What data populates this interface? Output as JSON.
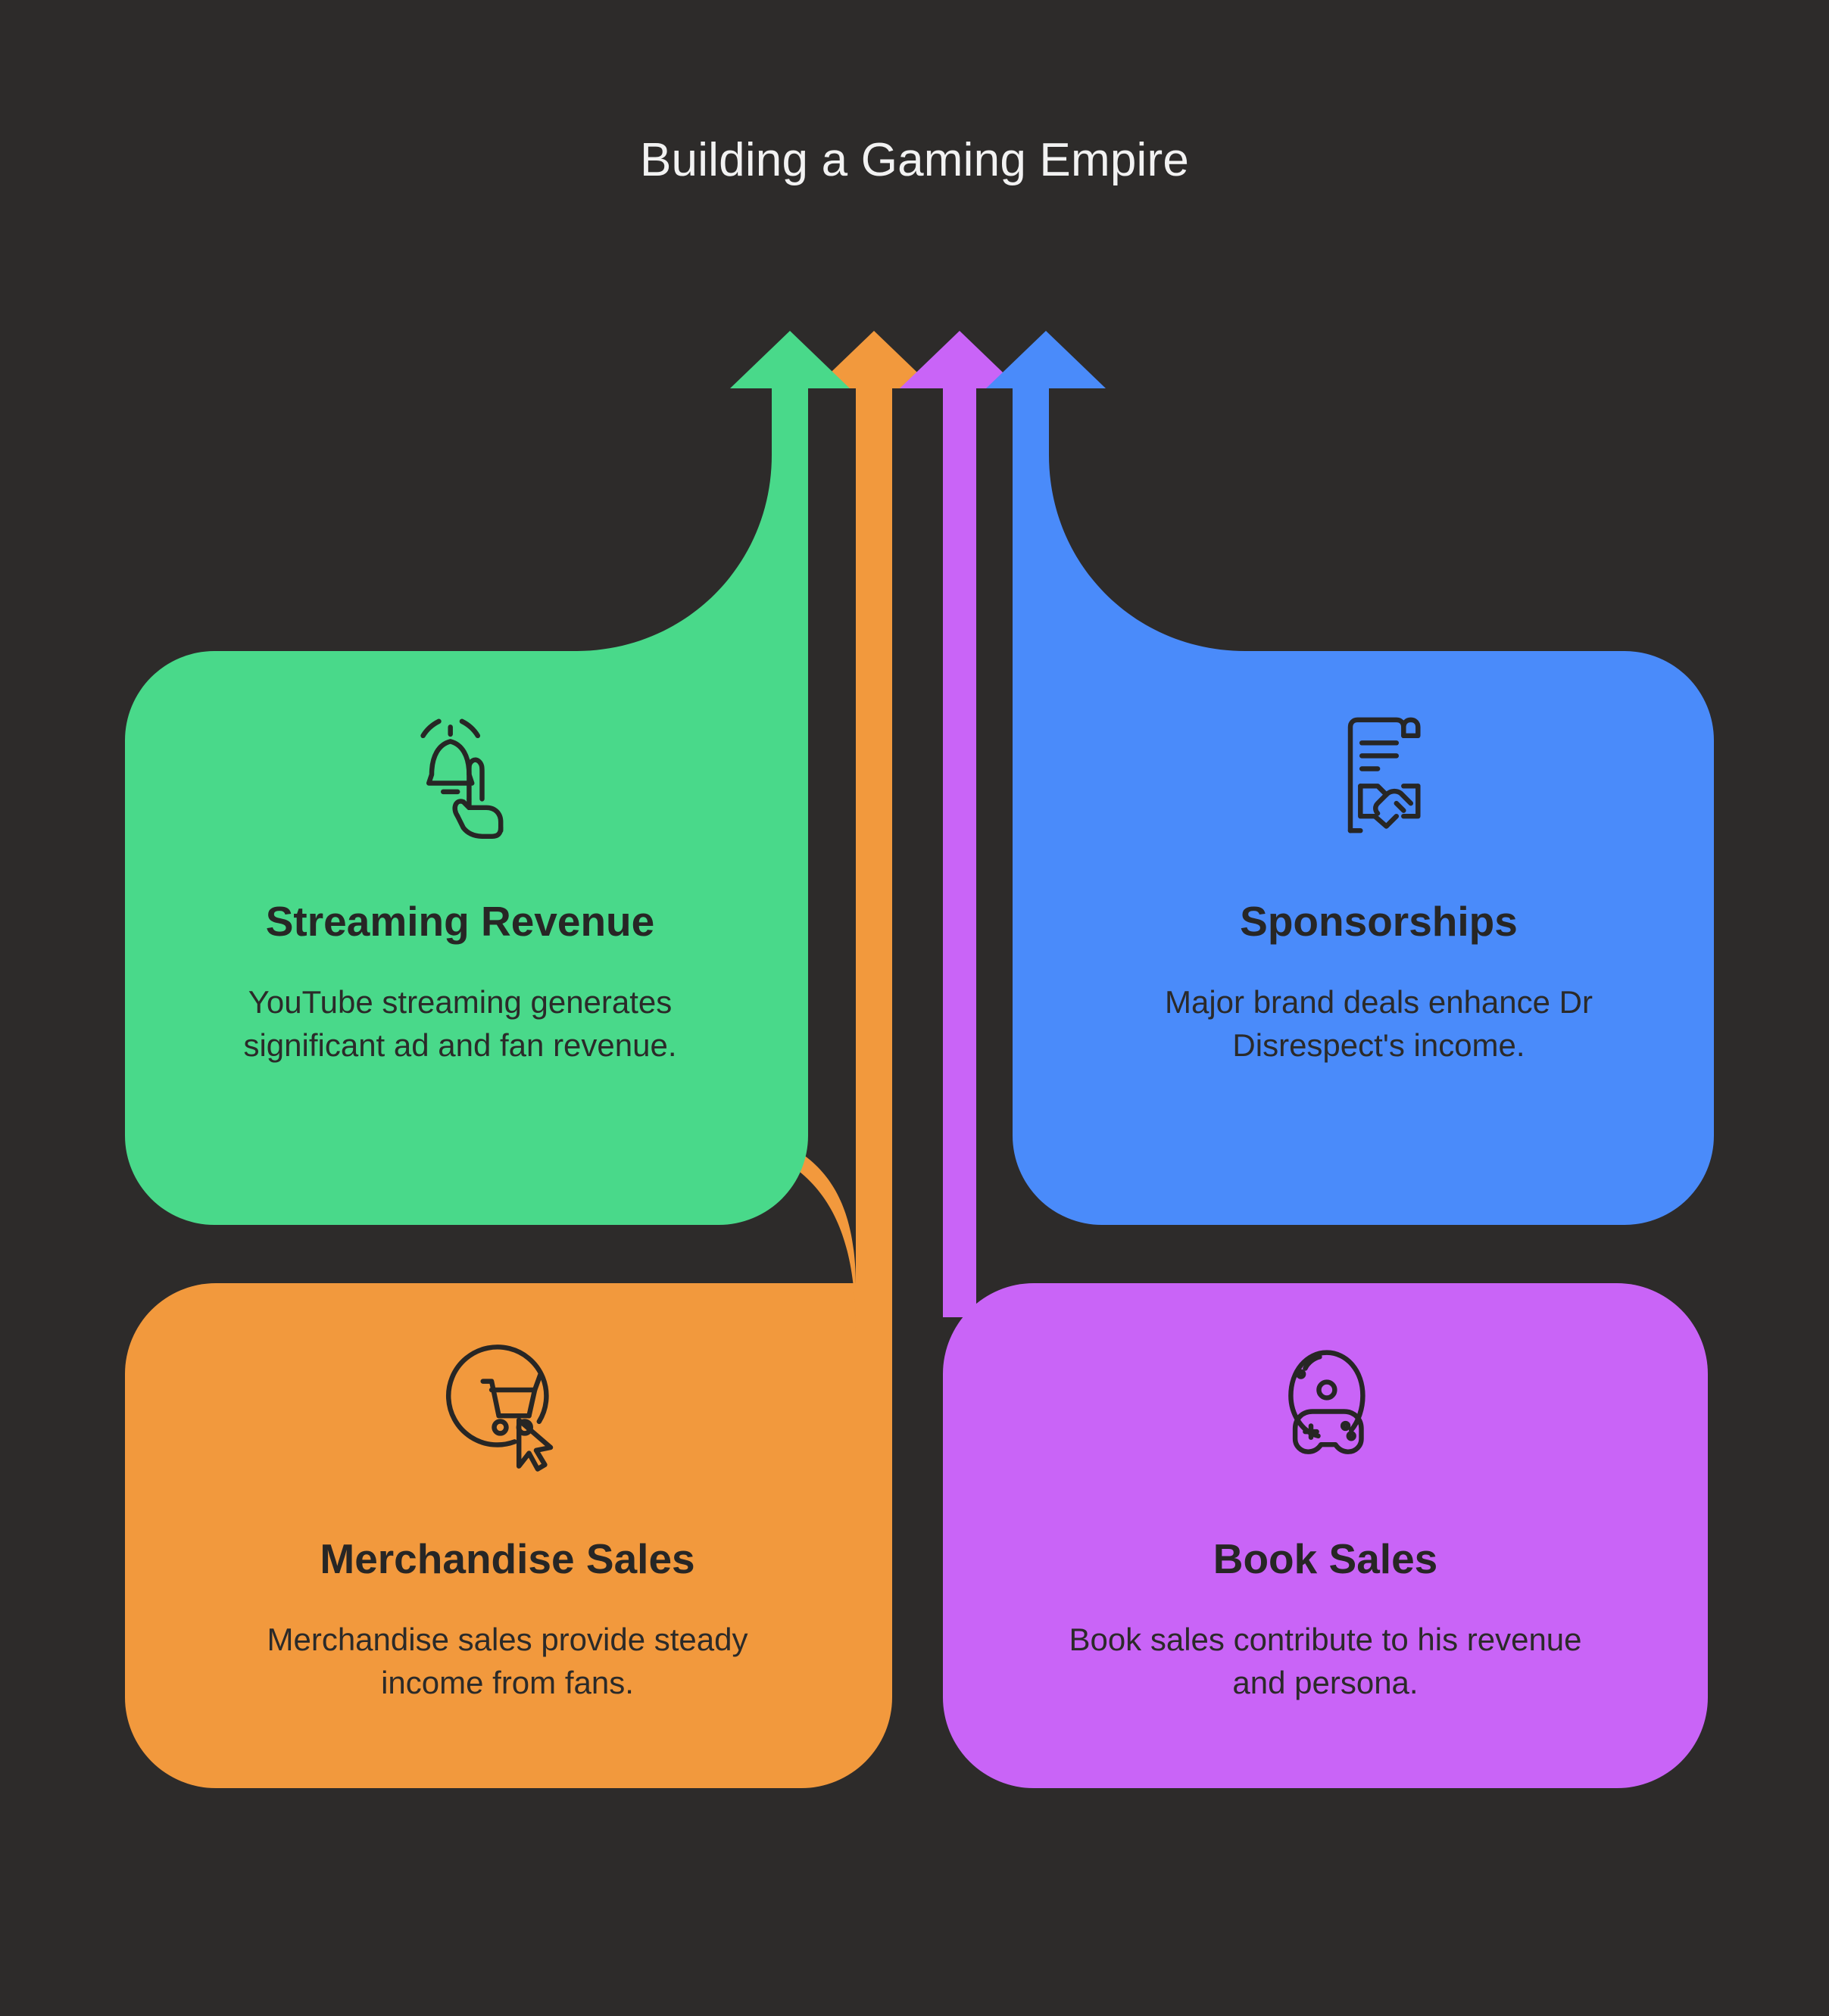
{
  "title": "Building a Gaming Empire",
  "background_color": "#2d2b2a",
  "title_color": "#f2f2f2",
  "diagram": {
    "type": "arrow-flow-infographic",
    "arrow_count": 4,
    "nodes": [
      {
        "id": "streaming",
        "title": "Streaming Revenue",
        "description": "YouTube streaming generates significant ad and fan revenue.",
        "color": "#49d98a",
        "icon": "bell-tap-icon",
        "position": "top-left",
        "arrow_index": 1
      },
      {
        "id": "merchandise",
        "title": "Merchandise Sales",
        "description": "Merchandise sales provide steady income from fans.",
        "color": "#f2993d",
        "icon": "shopping-cart-click-icon",
        "position": "bottom-left",
        "arrow_index": 2
      },
      {
        "id": "book",
        "title": "Book Sales",
        "description": "Book sales contribute to his revenue and persona.",
        "color": "#c964f7",
        "icon": "game-controller-icon",
        "position": "bottom-right",
        "arrow_index": 3
      },
      {
        "id": "sponsorships",
        "title": "Sponsorships",
        "description": "Major brand deals enhance Dr Disrespect's income.",
        "color": "#4a8bfa",
        "icon": "contract-handshake-icon",
        "position": "top-right",
        "arrow_index": 4
      }
    ]
  }
}
